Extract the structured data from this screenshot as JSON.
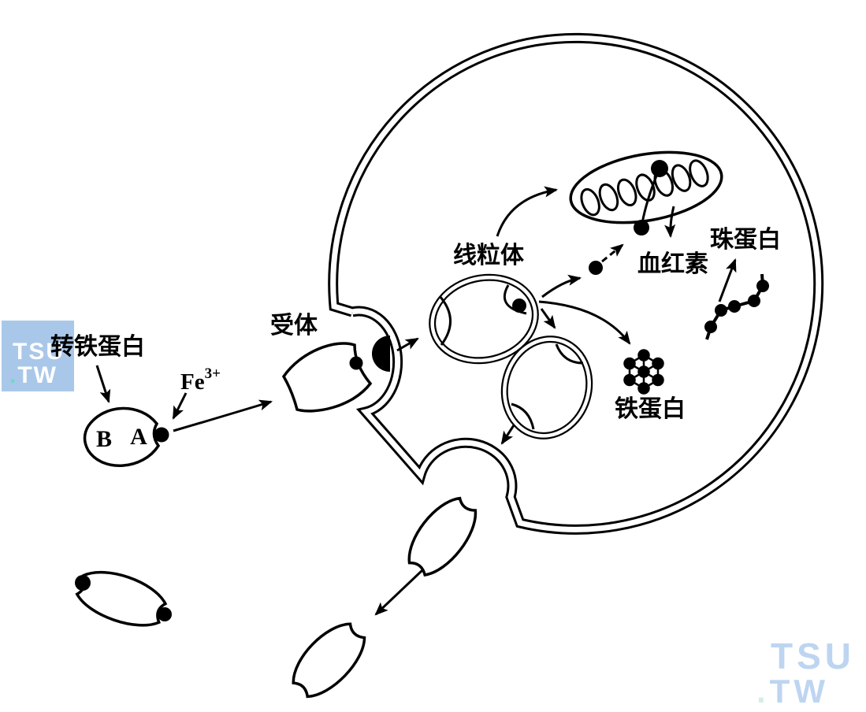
{
  "background_color": "#ffffff",
  "line_color": "#000000",
  "labels": {
    "transferrin": "转铁蛋白",
    "iron": "Fe",
    "iron_superscript": "3+",
    "site_b": "B",
    "site_a": "A",
    "receptor": "受体",
    "mitochondria": "线粒体",
    "heme": "血红素",
    "globin": "珠蛋白",
    "ferritin": "铁蛋白"
  },
  "watermarks": {
    "top_left": {
      "line1": "TSU",
      "dot": ".",
      "line2": "TW",
      "box_color": "#a9c7e9",
      "text_color": "#ffffff",
      "dot_color": "#6fd8c8"
    },
    "bottom_right": {
      "line1": "TSU",
      "dot": ".",
      "line2": "TW",
      "text_color": "#bdd5f1",
      "dot_color": "#d6ece7"
    }
  }
}
